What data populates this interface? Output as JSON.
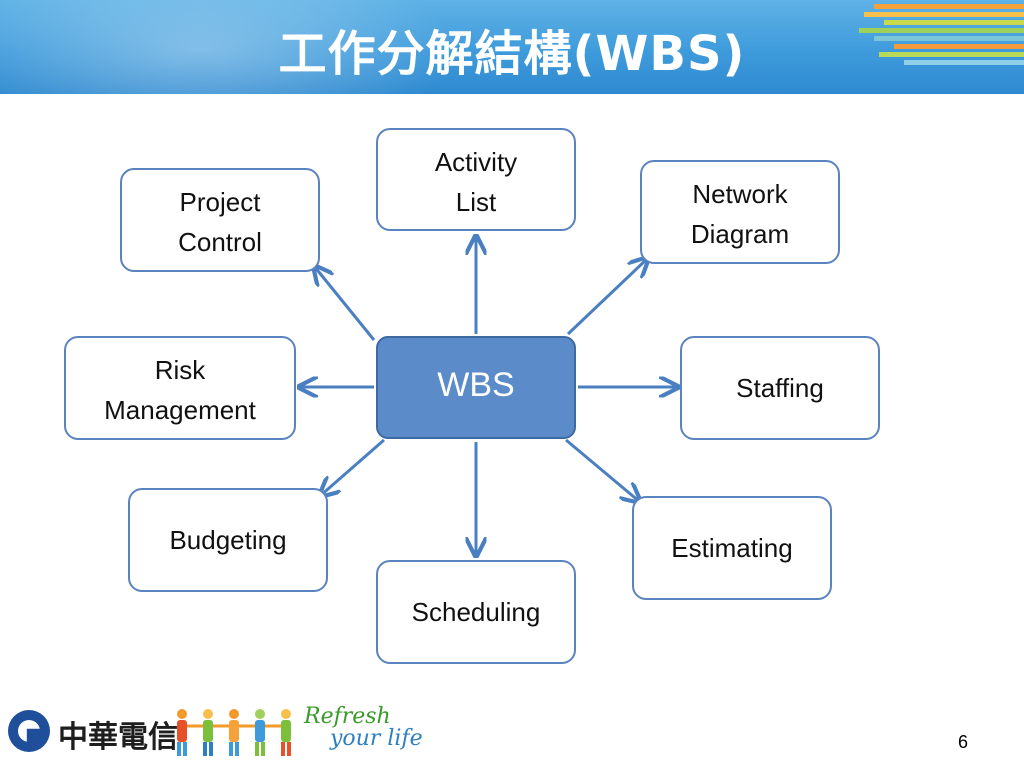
{
  "slide": {
    "title": "工作分解結構(WBS)",
    "page_number": "6",
    "accent_color": "#3e9bdb"
  },
  "diagram": {
    "center": "WBS",
    "nodes": [
      {
        "id": "activity-list",
        "lines": [
          "Activity",
          "List"
        ]
      },
      {
        "id": "network-diagram",
        "lines": [
          "Network",
          "Diagram"
        ]
      },
      {
        "id": "staffing",
        "lines": [
          "Staffing"
        ]
      },
      {
        "id": "estimating",
        "lines": [
          "Estimating"
        ]
      },
      {
        "id": "scheduling",
        "lines": [
          "Scheduling"
        ]
      },
      {
        "id": "budgeting",
        "lines": [
          "Budgeting"
        ]
      },
      {
        "id": "risk-management",
        "lines": [
          "Risk",
          "Management"
        ]
      },
      {
        "id": "project-control",
        "lines": [
          "Project",
          "Control"
        ]
      }
    ]
  },
  "footer": {
    "company": "中華電信",
    "tagline_line1": "Refresh",
    "tagline_line2": "your life"
  }
}
